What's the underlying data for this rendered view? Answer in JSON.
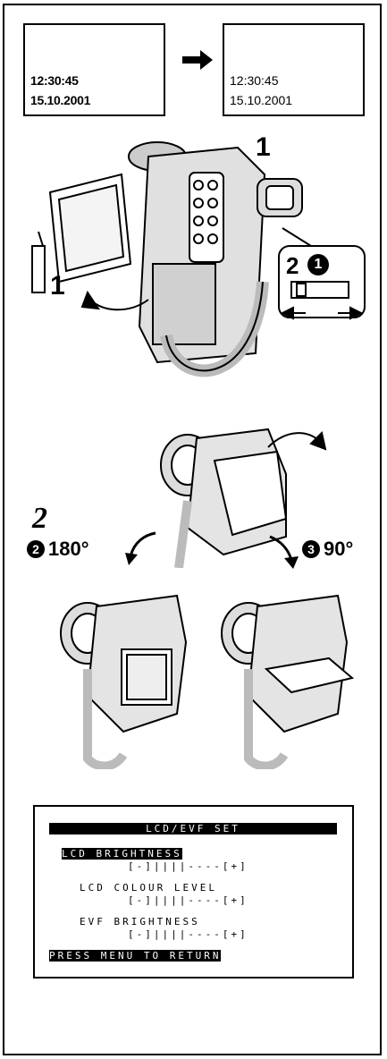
{
  "time_display_before": {
    "time": "12:30:45",
    "date": "15.10.2001"
  },
  "time_display_after": {
    "time": "12:30:45",
    "date": "15.10.2001"
  },
  "step_labels": {
    "step1_top": "1",
    "step1_left": "1",
    "step2_callout_num": "2",
    "step2_callout_circle": "1",
    "step2_main": "2"
  },
  "rotation": {
    "left": {
      "circle": "2",
      "angle": "180°"
    },
    "right": {
      "circle": "3",
      "angle": "90°"
    }
  },
  "menu": {
    "title": "LCD/EVF SET",
    "items": [
      {
        "label": "LCD BRIGHTNESS",
        "scale": "[-]||||----[+]"
      },
      {
        "label": "LCD COLOUR LEVEL",
        "scale": "[-]||||----[+]"
      },
      {
        "label": "EVF BRIGHTNESS",
        "scale": "[-]||||----[+]"
      }
    ],
    "footer": "PRESS MENU TO RETURN"
  },
  "icons": [
    "arrow-right-icon",
    "curved-arrow-icon",
    "camcorder-illustration"
  ]
}
